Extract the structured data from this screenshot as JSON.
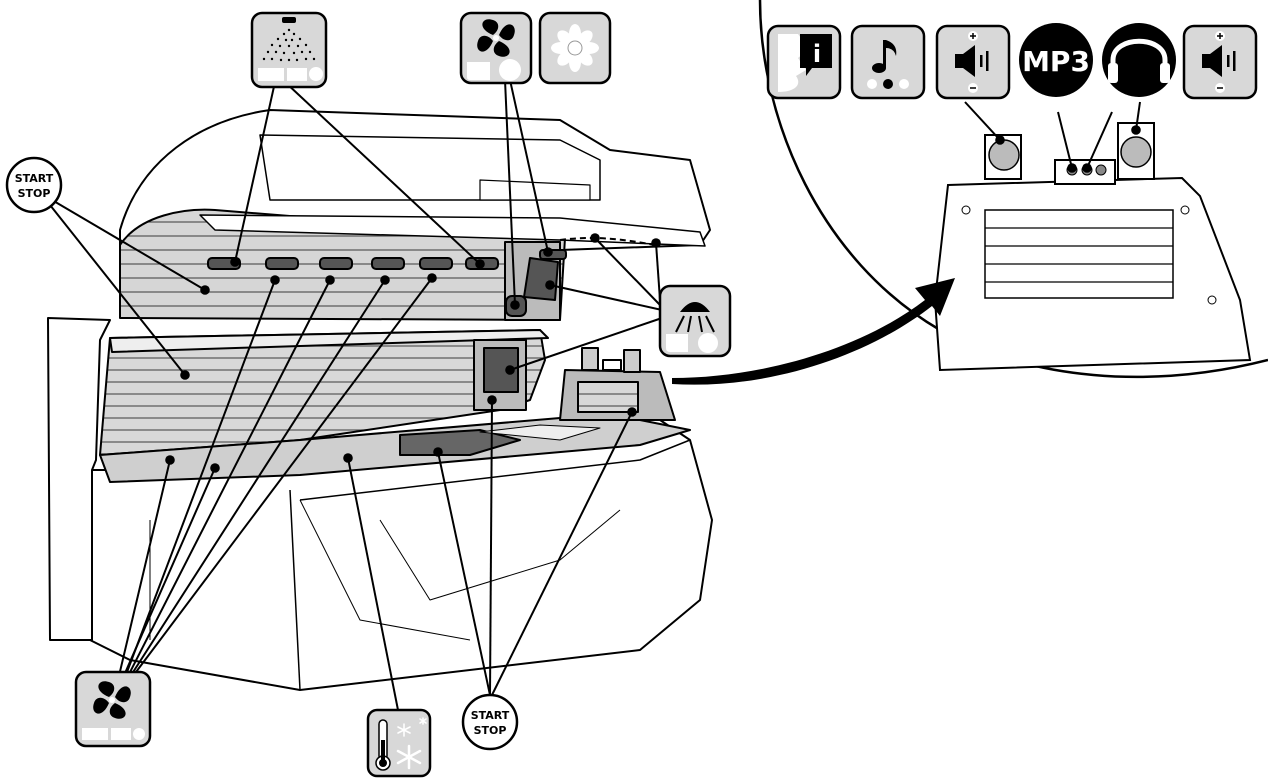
{
  "start_stop": {
    "line1": "START",
    "line2": "STOP"
  },
  "mp3": "MP3",
  "icons": {
    "shower": "shower-mist-icon",
    "fan": "fan-icon",
    "aroma": "flower-aroma-icon",
    "lamp": "facial-lamp-icon",
    "climate": "thermometer-snowflake-icon",
    "voice": "voice-guide-info-icon",
    "music": "music-note-icon",
    "volume": "speaker-volume-icon",
    "headphones": "headphones-icon"
  },
  "colors": {
    "icon_bg": "#d8d8d8",
    "bed_grey": "#d4d4d4",
    "line": "#000000"
  }
}
